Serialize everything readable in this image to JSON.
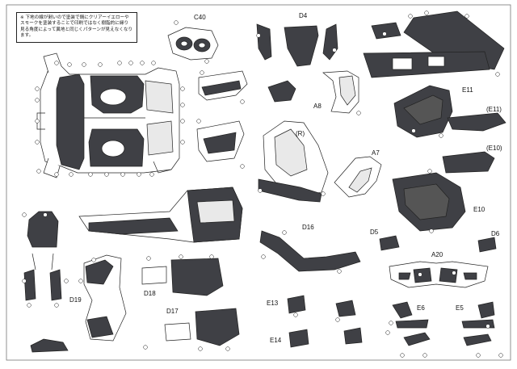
{
  "note": {
    "lines": [
      "※ 下地の線が剥いので塗装で鍋にクリアーイエローや",
      "スモークを塗装することで印刷ではなく樹脂的に縁り",
      "見る角度によって異地と同じくパターンが見えなくなり",
      "ます。"
    ]
  },
  "labels": {
    "c40": "C40",
    "d4": "D4",
    "a8": "A8",
    "r3": "(R)",
    "a7": "A7",
    "e11": "E11",
    "e11b": "(E11)",
    "e10b": "(E10)",
    "e10": "E10",
    "d16": "D16",
    "d5": "D5",
    "d6": "D6",
    "a20": "A20",
    "d19": "D19",
    "d18": "D18",
    "d17": "D17",
    "e13": "E13",
    "e14": "E14",
    "e6": "E6",
    "e5": "E5"
  },
  "colors": {
    "part": "#3f4045",
    "outline": "#222222",
    "paper": "#ffffff",
    "light": "#e9e9e9"
  }
}
